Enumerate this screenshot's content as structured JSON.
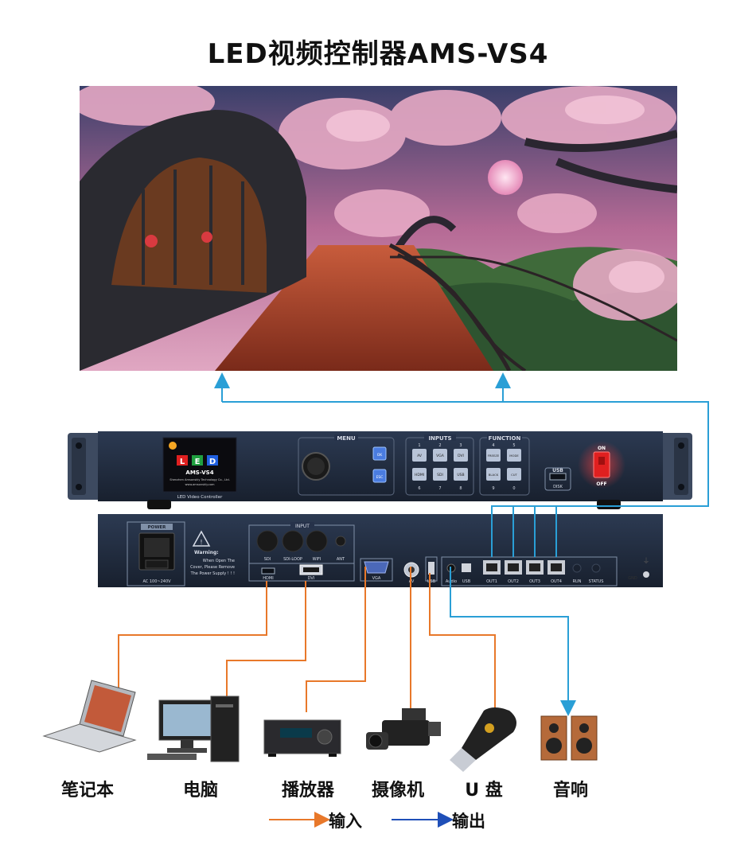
{
  "title": "LED视频控制器AMS-VS4",
  "front_panel": {
    "brand": "LED",
    "model": "AMS-VS4",
    "company": "Shenzhen Amsonskly Technology Co., Ltd.",
    "website": "www.amsonskly.com",
    "tagline": "LED Video Controller",
    "menu_label": "MENU",
    "ok_label": "OK",
    "esc_label": "ESC",
    "inputs_label": "INPUTS",
    "input_numbers_top": [
      "1",
      "2",
      "3"
    ],
    "input_buttons_top": [
      "AV",
      "VGA",
      "DVI"
    ],
    "input_buttons_bottom": [
      "HDMI",
      "SDI",
      "USB"
    ],
    "input_numbers_bottom": [
      "6",
      "7",
      "8"
    ],
    "function_label": "FUNCTION",
    "function_numbers_top": [
      "4",
      "5"
    ],
    "function_buttons_top": [
      "FREEZE",
      "MODE"
    ],
    "function_buttons_bottom": [
      "BLACK",
      "CUT"
    ],
    "function_numbers_bottom": [
      "9",
      "0"
    ],
    "usb_label": "USB",
    "disk_label": "DISK",
    "on_label": "ON",
    "off_label": "OFF"
  },
  "rear_panel": {
    "power_label": "POWER",
    "ac_label": "AC 100~240V",
    "warning_title": "Warning:",
    "warning_lines": [
      "When Open The",
      "Cover, Please Remove",
      "The Power Supply ! ! !"
    ],
    "input_group_label": "INPUT",
    "ports_top": [
      "SDI",
      "SDI-LOOP",
      "WIFI",
      "ANT"
    ],
    "ports_bottom": [
      "HDMI",
      "DVI",
      "VGA",
      "AV",
      "USB",
      "Audio",
      "USB"
    ],
    "outputs": [
      "OUT1",
      "OUT2",
      "OUT3",
      "OUT4"
    ],
    "status_labels": [
      "RUN",
      "STATUS"
    ],
    "gnd_label": "GND"
  },
  "devices": [
    "笔记本",
    "电脑",
    "播放器",
    "摄像机",
    "U 盘",
    "音响"
  ],
  "legend": {
    "input": "输入",
    "output": "输出"
  },
  "colors": {
    "input_line": "#e8782a",
    "output_line": "#2a9fd6",
    "legend_output_arrow": "#1f4fb8",
    "panel": "#1f2a3c"
  }
}
